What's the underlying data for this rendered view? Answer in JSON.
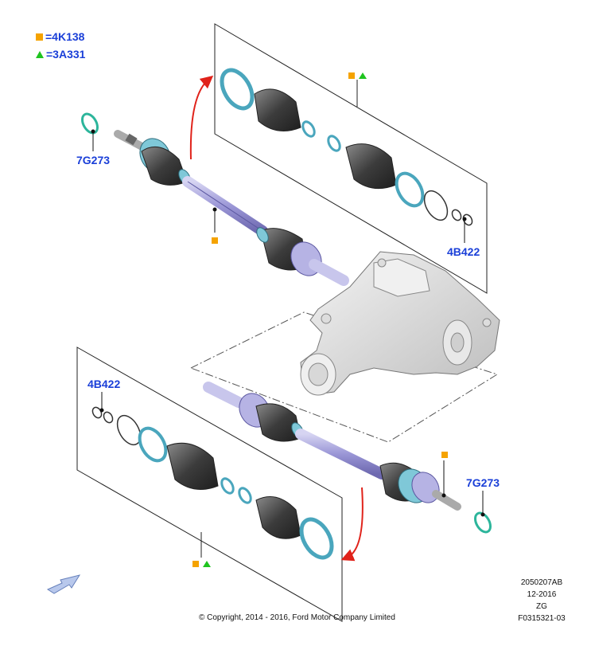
{
  "legend": [
    {
      "symbol": "square",
      "label": "=4K138"
    },
    {
      "symbol": "triangle",
      "label": "=3A331"
    }
  ],
  "callouts": {
    "upper_left_seal": "7G273",
    "upper_right_clamp": "4B422",
    "lower_left_clamp": "4B422",
    "lower_right_seal": "7G273"
  },
  "footer": {
    "copyright": "© Copyright, 2014 - 2016, Ford Motor Company Limited",
    "ref_code": "2050207AB",
    "ref_date": "12-2016",
    "ref_lang": "ZG",
    "ref_figure": "F0315321-03"
  },
  "colors": {
    "label_blue": "#1a3fd8",
    "marker_orange": "#f5a300",
    "marker_green": "#1fc41f",
    "arrow_red": "#e0221a",
    "shaft_violet": "#9a96d6",
    "ring_teal": "#7fc8d8",
    "boot_dark": "#3a3a3a"
  },
  "icons": [
    "square-marker-icon",
    "triangle-marker-icon",
    "front-direction-arrow-icon",
    "red-curved-arrow-icon"
  ]
}
